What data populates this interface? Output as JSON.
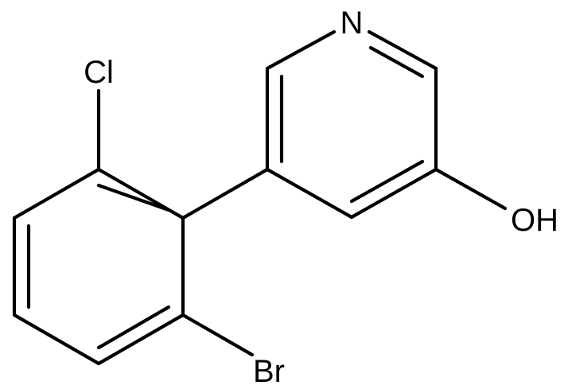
{
  "molecule": {
    "atoms": {
      "n": "N",
      "oh": "OH",
      "cl": "Cl",
      "br": "Br"
    },
    "bond_color": "#000000",
    "background": "#ffffff"
  }
}
